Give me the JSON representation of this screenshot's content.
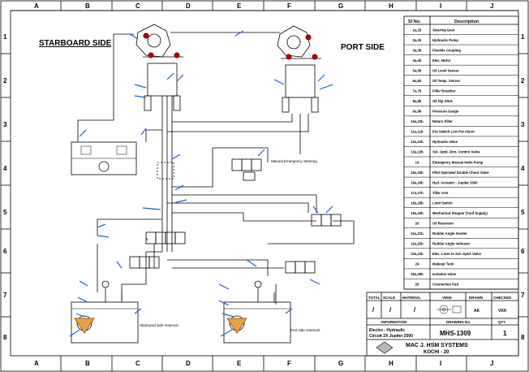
{
  "grid": {
    "columns": [
      "A",
      "B",
      "C",
      "D",
      "E",
      "F",
      "G",
      "H",
      "I",
      "J"
    ],
    "rows": [
      "1",
      "2",
      "3",
      "4",
      "5",
      "6",
      "7",
      "8"
    ]
  },
  "sides": {
    "starboard": "STARBOARD SIDE",
    "port": "PORT SIDE"
  },
  "legend": {
    "header_no": "Sl No.",
    "header_desc": "Description",
    "rows": [
      {
        "no": "1a,1b",
        "desc": "Steering Gear"
      },
      {
        "no": "2a,2b",
        "desc": "Hydraulic Pump"
      },
      {
        "no": "3a,3b",
        "desc": "Flexible Coupling"
      },
      {
        "no": "4a,4b",
        "desc": "Elec. Motor"
      },
      {
        "no": "5a,5b",
        "desc": "Oil Level Sensor"
      },
      {
        "no": "6a,6b",
        "desc": "Oil Temp. Sensor"
      },
      {
        "no": "7a,7b",
        "desc": "Filler Breather"
      },
      {
        "no": "8a,8b",
        "desc": "Oil Dip Stick"
      },
      {
        "no": "9a,9b",
        "desc": "Pressure Gauge"
      },
      {
        "no": "10a,10b",
        "desc": "Return Filter"
      },
      {
        "no": "11a,11b",
        "desc": "Pre Switch Low Pre Alarm"
      },
      {
        "no": "12a,12b",
        "desc": "Hydraulic Valve"
      },
      {
        "no": "13a,13b",
        "desc": "Sol. Optd. Dirn. Control Valve"
      },
      {
        "no": "14",
        "desc": "Emergency Manual Helm Pump"
      },
      {
        "no": "15a,15b",
        "desc": "Pilot Operated Double Check Valve"
      },
      {
        "no": "16a,16b",
        "desc": "Hyd. Actuator - Jupiter 2000"
      },
      {
        "no": "17a,17b",
        "desc": "Tiller Arm"
      },
      {
        "no": "18a,18b",
        "desc": "Limit Switch"
      },
      {
        "no": "19a,19b",
        "desc": "Mechanical Stopper (Yard Supply)"
      },
      {
        "no": "20",
        "desc": "Oil Reservoir"
      },
      {
        "no": "21a,21b",
        "desc": "Rudder Angle Sender"
      },
      {
        "no": "22a,22b",
        "desc": "Rudder Angle Indicator"
      },
      {
        "no": "23a,23b",
        "desc": "Elec. Lines to Sol. Optd. Valve"
      },
      {
        "no": "24",
        "desc": "Makeup Tank"
      },
      {
        "no": "25a,25b",
        "desc": "Isolation Valve"
      },
      {
        "no": "26",
        "desc": "Connection Pad"
      }
    ]
  },
  "title_block": {
    "headers": [
      "TOTAL",
      "SCALE",
      "MATERIAL",
      "VIEW",
      "DRAWN",
      "CHECKED"
    ],
    "values": [
      "/",
      "/",
      "/",
      "",
      "AK",
      "VKK"
    ],
    "information_label": "INFORMATION",
    "drawing_no_label": "DRAWING No.",
    "qty_label": "QTY",
    "title_line1": "Electro - Hydraulic",
    "title_line2": "Circuit 2X Jupiter 2000",
    "drawing_no": "MHS-1309",
    "qty": "1",
    "company_line1": "MAC J. HSM SYSTEMS",
    "company_line2": "KOCHI - 20"
  },
  "annotations": {
    "starboard_dcv": "Manual Emergency Steering",
    "reservoir_left": "Starboard side reservoir",
    "reservoir_right": "Port side reservoir"
  }
}
